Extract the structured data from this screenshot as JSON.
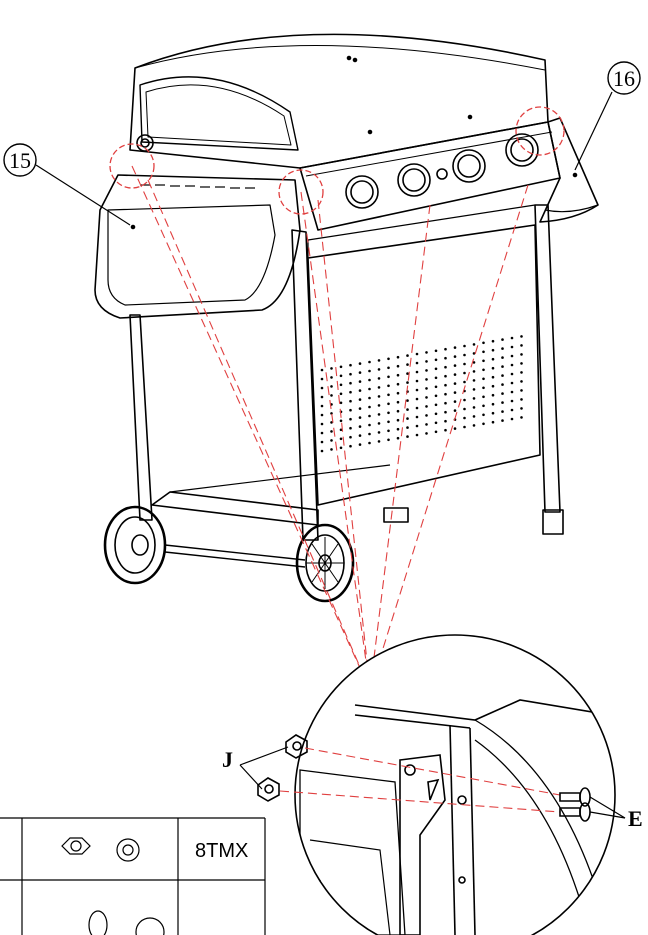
{
  "labels": {
    "part_left": "15",
    "part_right": "16",
    "hardware_nut": "J",
    "hardware_screw": "E"
  },
  "parts_table": {
    "rows": [
      {
        "code": "8TMX"
      },
      {
        "code": ""
      }
    ]
  },
  "colors": {
    "line": "#000000",
    "guide": "#e04040"
  }
}
